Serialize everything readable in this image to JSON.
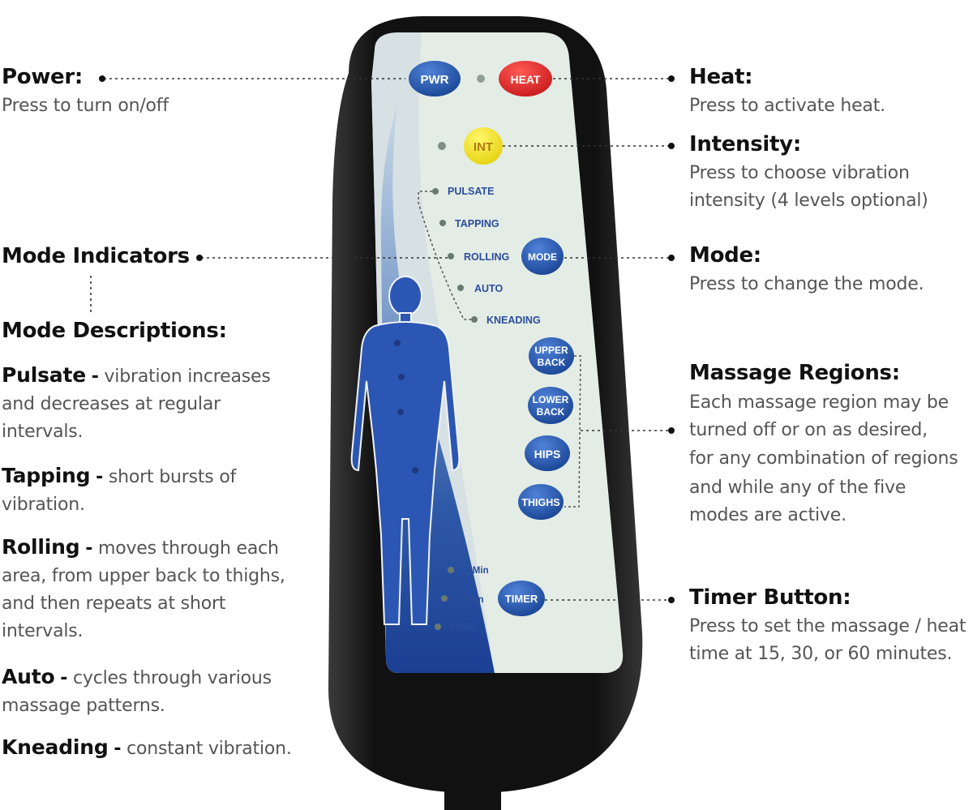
{
  "colors": {
    "button_blue": "#1f4fa8",
    "button_red": "#e0252b",
    "button_yellow": "#f6e81d",
    "panel": "#e4ece6",
    "remote_body": "#1a1a1a"
  },
  "remote": {
    "buttons": {
      "pwr": "PWR",
      "heat": "HEAT",
      "int": "INT",
      "mode": "MODE",
      "upper_back_1": "UPPER",
      "upper_back_2": "BACK",
      "lower_back_1": "LOWER",
      "lower_back_2": "BACK",
      "hips": "HIPS",
      "thighs": "THIGHS",
      "timer": "TIMER"
    },
    "modes": [
      "PULSATE",
      "TAPPING",
      "ROLLING",
      "AUTO",
      "KNEADING"
    ],
    "timer_options": [
      "15Min",
      "30Min",
      "60Min"
    ]
  },
  "annotations": {
    "power": {
      "title": "Power:",
      "desc": "Press to turn on/off"
    },
    "heat": {
      "title": "Heat:",
      "desc": "Press to activate heat."
    },
    "intensity": {
      "title": "Intensity:",
      "desc_1": "Press to choose vibration",
      "desc_2": "intensity (4 levels optional)"
    },
    "mode_indicators": {
      "title": "Mode Indicators"
    },
    "mode": {
      "title": "Mode:",
      "desc": "Press to change the mode."
    },
    "mode_descriptions": {
      "title": "Mode Descriptions:"
    },
    "massage_regions": {
      "title": "Massage Regions:",
      "lines": [
        "Each massage region may be",
        "turned off or on as desired,",
        "for any combination of regions",
        "and while any of the five",
        "modes are active."
      ]
    },
    "timer": {
      "title": "Timer Button:",
      "desc_1": "Press to set the massage / heat",
      "desc_2": "time at 15, 30, or 60 minutes."
    }
  },
  "mode_descriptions": [
    {
      "name": "Pulsate",
      "dash": "-",
      "text": "vibration increases and decreases at regular intervals."
    },
    {
      "name": "Tapping",
      "dash": "-",
      "text": "short bursts of vibration."
    },
    {
      "name": "Rolling",
      "dash": "-",
      "text": "moves through each area, from upper back to thighs, and then repeats at short intervals."
    },
    {
      "name": "Auto",
      "dash": "-",
      "text": "cycles through various massage patterns."
    },
    {
      "name": "Kneading",
      "dash": "-",
      "text": "constant vibration."
    }
  ]
}
